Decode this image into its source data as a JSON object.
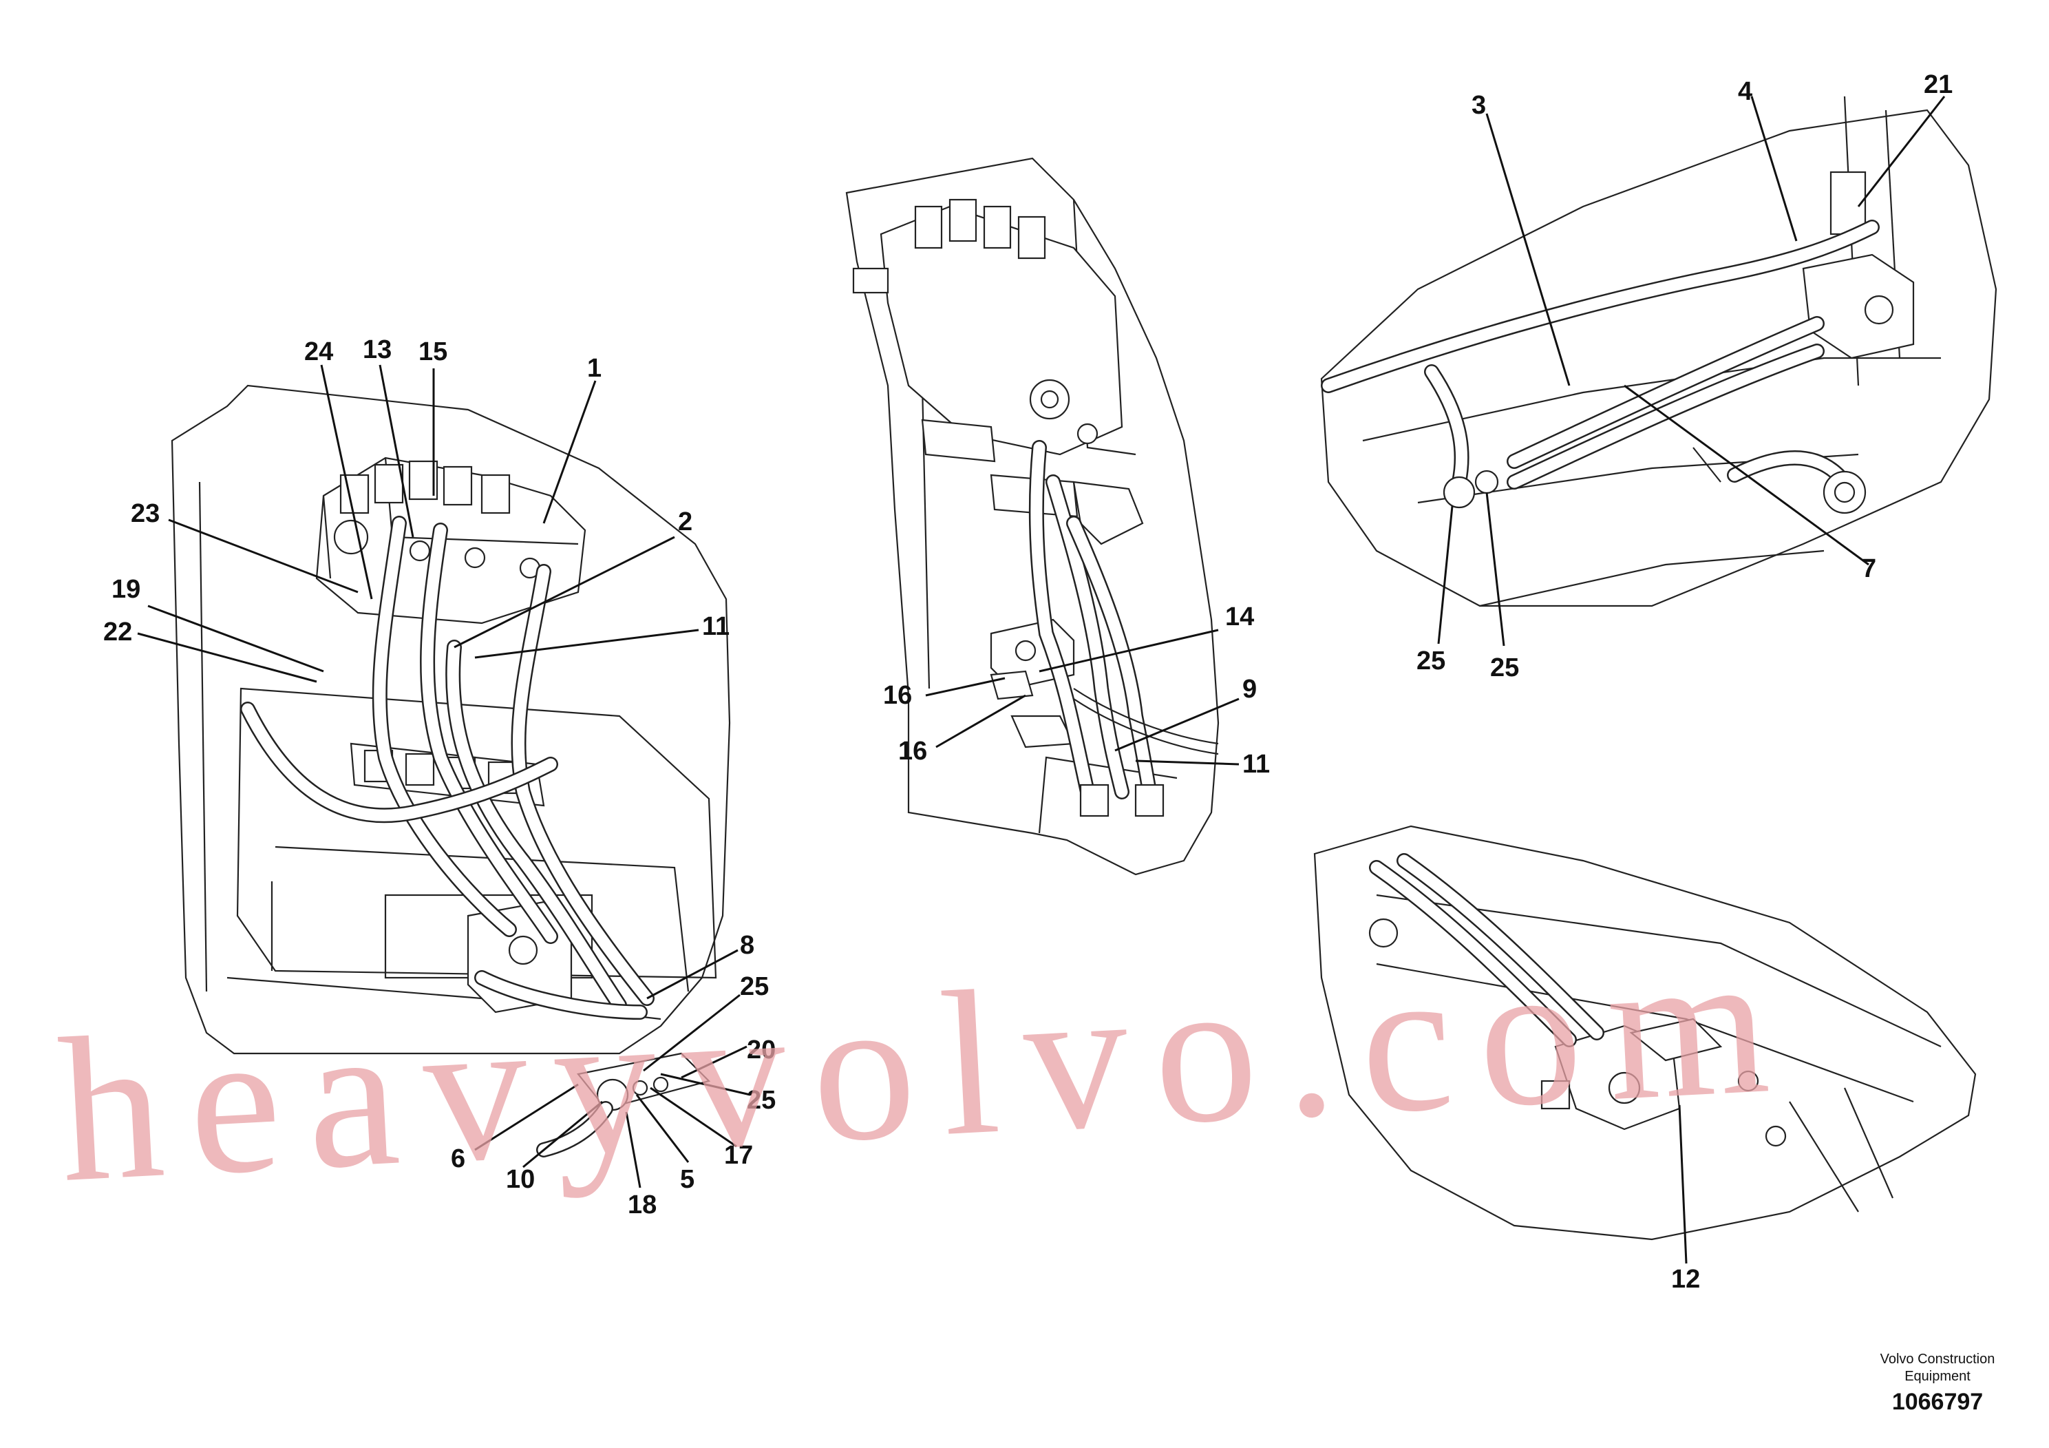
{
  "watermark": "heavyvolvo.com",
  "footer": {
    "company_line1": "Volvo Construction",
    "company_line2": "Equipment",
    "drawing_number": "1066797"
  },
  "callouts": {
    "left": [
      "24",
      "13",
      "15",
      "1",
      "23",
      "2",
      "19",
      "22",
      "11",
      "8",
      "25",
      "20",
      "25",
      "6",
      "10",
      "18",
      "5",
      "17"
    ],
    "center": [
      "14",
      "16",
      "16",
      "9",
      "11"
    ],
    "top_right": [
      "3",
      "4",
      "21",
      "7",
      "25",
      "25"
    ],
    "bottom_right": [
      "12"
    ]
  }
}
